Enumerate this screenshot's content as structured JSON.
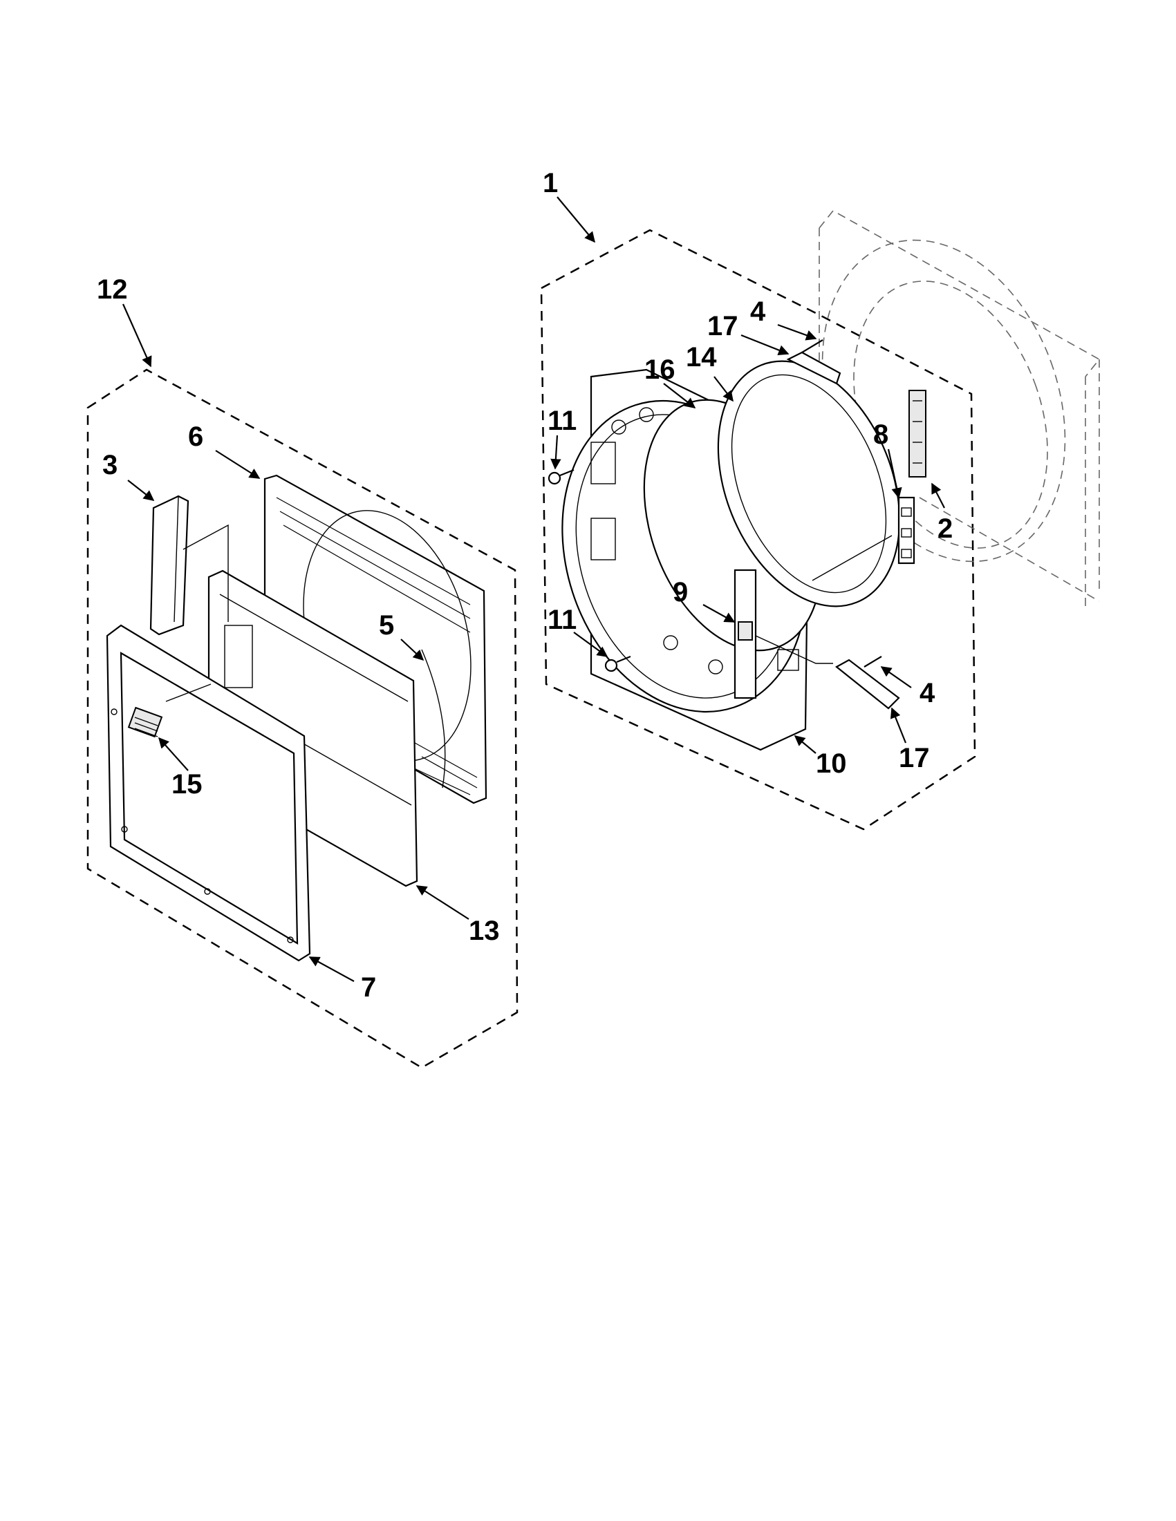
{
  "callouts": [
    {
      "id": "1",
      "label": "1"
    },
    {
      "id": "2",
      "label": "2"
    },
    {
      "id": "3",
      "label": "3"
    },
    {
      "id": "4a",
      "label": "4"
    },
    {
      "id": "4b",
      "label": "4"
    },
    {
      "id": "5",
      "label": "5"
    },
    {
      "id": "6",
      "label": "6"
    },
    {
      "id": "7",
      "label": "7"
    },
    {
      "id": "8",
      "label": "8"
    },
    {
      "id": "9",
      "label": "9"
    },
    {
      "id": "10",
      "label": "10"
    },
    {
      "id": "11a",
      "label": "11"
    },
    {
      "id": "11b",
      "label": "11"
    },
    {
      "id": "12",
      "label": "12"
    },
    {
      "id": "13",
      "label": "13"
    },
    {
      "id": "14",
      "label": "14"
    },
    {
      "id": "15",
      "label": "15"
    },
    {
      "id": "16",
      "label": "16"
    },
    {
      "id": "17a",
      "label": "17"
    },
    {
      "id": "17b",
      "label": "17"
    }
  ]
}
